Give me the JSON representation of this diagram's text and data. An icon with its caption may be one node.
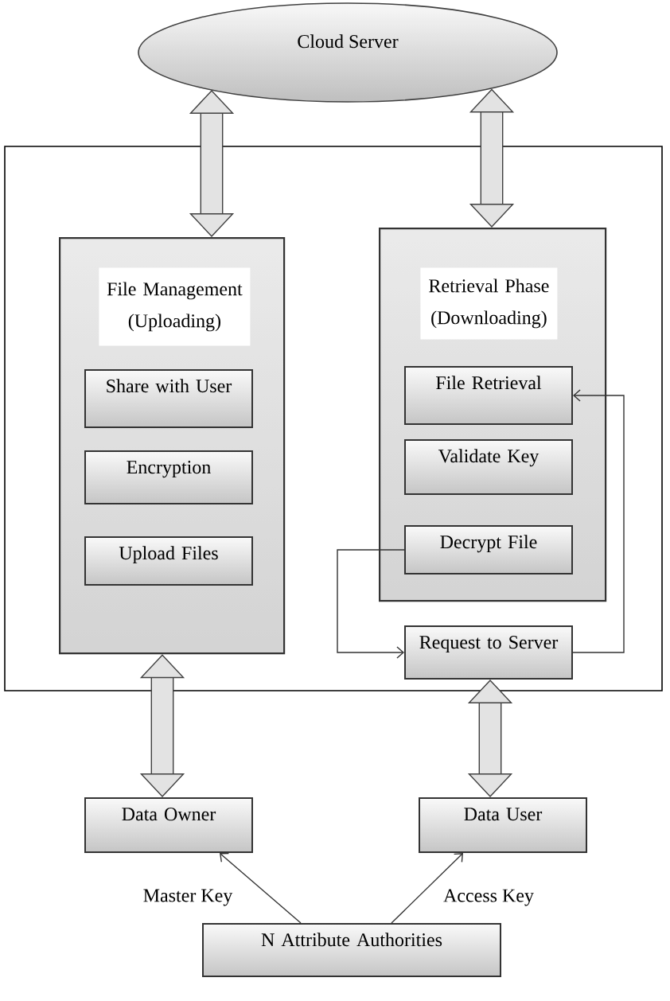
{
  "diagram": {
    "nodes": [
      {
        "text": [
          "Cloud Server"
        ]
      },
      {
        "text": [],
        "shape": "box"
      },
      {
        "text": [
          "File Management (Uploading)"
        ],
        "in": 1
      },
      {
        "text": [
          "Share with User"
        ],
        "in": 2
      },
      {
        "text": [
          "Encryption"
        ],
        "in": 2
      },
      {
        "text": [
          "Upload Files"
        ],
        "in": 2
      },
      {
        "text": [
          "Retrieval Phase (Downloading)"
        ],
        "in": 1
      },
      {
        "text": [
          "File Retrieval"
        ],
        "in": 6
      },
      {
        "text": [
          "Validate Key"
        ],
        "in": 6
      },
      {
        "text": [
          "Decrypt File"
        ],
        "in": 6
      },
      {
        "text": [
          "Request to Server"
        ],
        "in": 1
      },
      {
        "text": [
          "Data Owner"
        ]
      },
      {
        "text": [
          "Data User"
        ]
      },
      {
        "text": [
          "N Attribute Authorities"
        ]
      }
    ],
    "edges": [
      {
        "from": 0,
        "to": 2,
        "arrow": "both",
        "style": "thick"
      },
      {
        "from": 0,
        "to": 6,
        "arrow": "both",
        "style": "thick"
      },
      {
        "from": 9,
        "to": 10,
        "arrow": "to"
      },
      {
        "from": 10,
        "to": 7,
        "arrow": "to"
      },
      {
        "from": 2,
        "to": 11,
        "arrow": "both",
        "style": "thick"
      },
      {
        "from": 10,
        "to": 12,
        "arrow": "both",
        "style": "thick"
      },
      {
        "from": 13,
        "to": 11,
        "arrow": "to",
        "label": "Master Key"
      },
      {
        "from": 13,
        "to": 12,
        "arrow": "to",
        "label": "Access Key"
      }
    ]
  }
}
